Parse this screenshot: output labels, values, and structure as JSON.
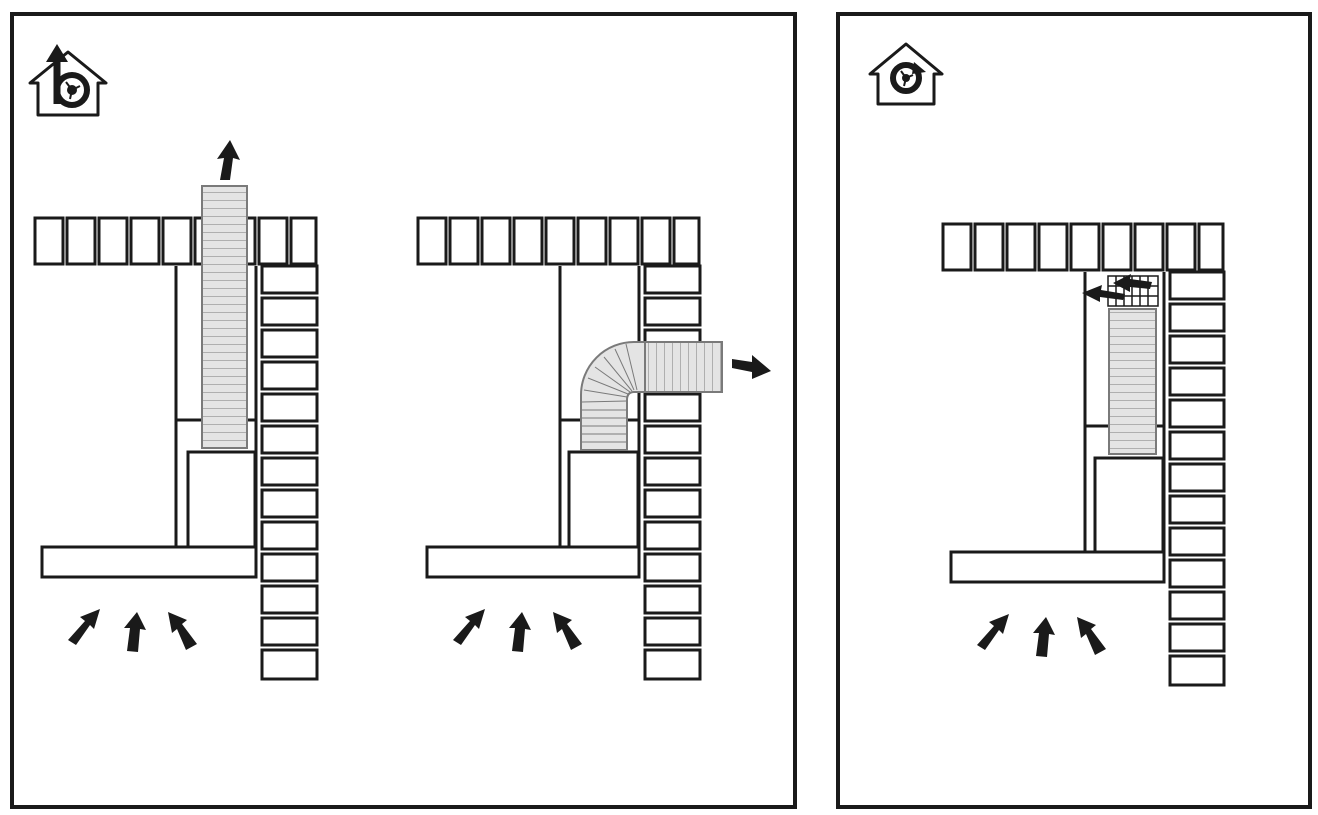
{
  "diagram": {
    "panels": [
      {
        "id": "extraction",
        "icon": "house-fan-exhaust-icon",
        "variants": [
          {
            "id": "vertical-duct",
            "airflow_out": "up-arrow-icon",
            "airflow_in": "up-arrows-icon"
          },
          {
            "id": "side-duct",
            "airflow_out": "right-arrow-icon",
            "airflow_in": "up-arrows-icon"
          }
        ]
      },
      {
        "id": "recirculation",
        "icon": "house-fan-recirculation-icon",
        "variants": [
          {
            "id": "filter-recirculation",
            "airflow_out": "left-arrows-icon",
            "airflow_in": "up-arrows-icon"
          }
        ]
      }
    ],
    "colors": {
      "line": "#1a1a1a",
      "duct_fill": "#e4e4e4",
      "background": "#ffffff"
    }
  }
}
